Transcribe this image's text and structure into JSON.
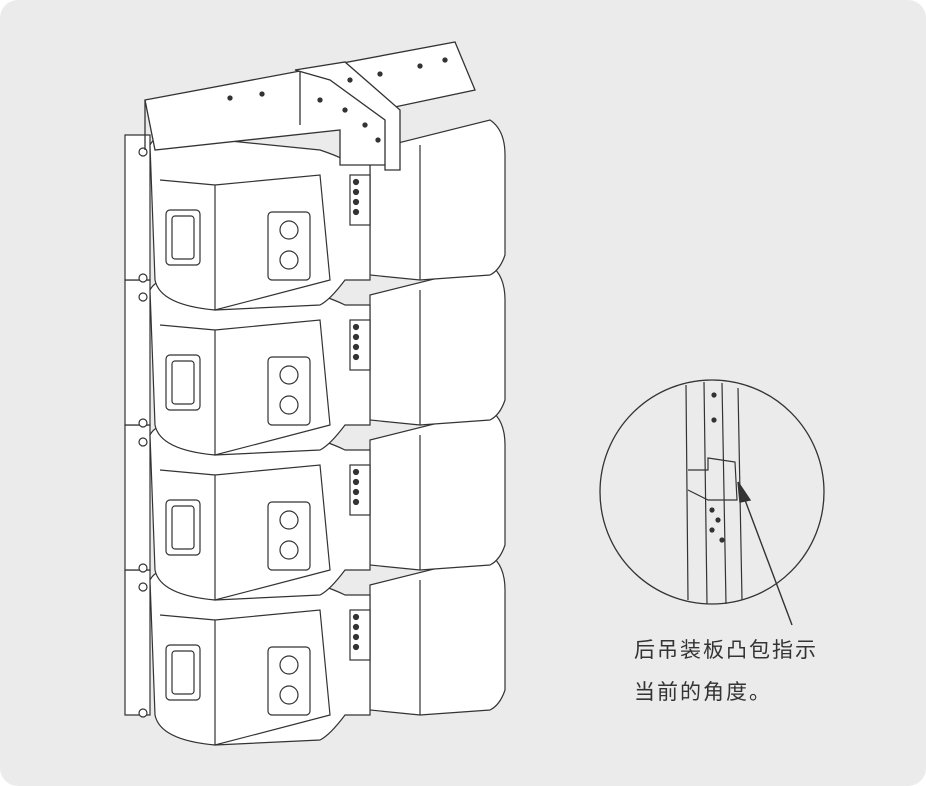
{
  "diagram": {
    "caption_line1": "后吊装板凸包指示",
    "caption_line2": "当前的角度。",
    "speaker_count": 4,
    "colors": {
      "background": "#ebebeb",
      "stroke": "#333333",
      "fill": "#ffffff"
    }
  }
}
